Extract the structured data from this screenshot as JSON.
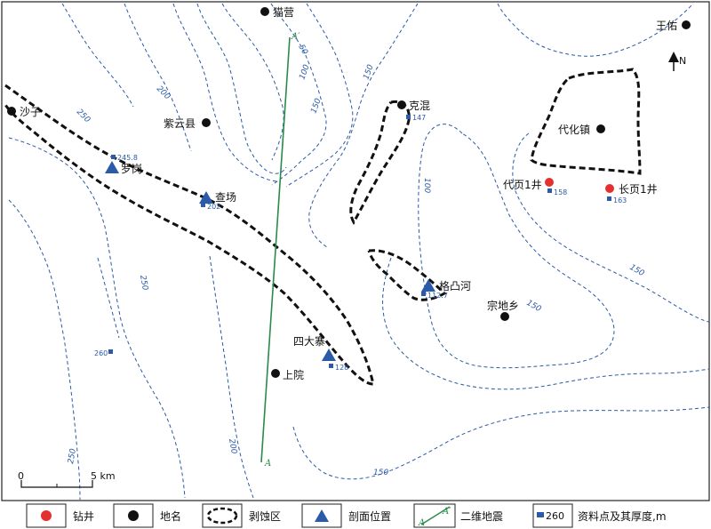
{
  "north_label": "N",
  "colors": {
    "contour": "#2a5aa8",
    "seismic": "#2a8a4a",
    "well": "#e53030",
    "profile": "#2a5aa8",
    "data_point": "#2a5aa8"
  },
  "places": [
    {
      "id": "maoying",
      "name": "猫营"
    },
    {
      "id": "wangyou",
      "name": "王佑"
    },
    {
      "id": "shazi",
      "name": "沙子"
    },
    {
      "id": "ziyunxian",
      "name": "紫云县"
    },
    {
      "id": "kehun",
      "name": "克混"
    },
    {
      "id": "daihuazhen",
      "name": "代化镇"
    },
    {
      "id": "zongdixiang",
      "name": "宗地乡"
    },
    {
      "id": "shangyuan",
      "name": "上院"
    }
  ],
  "wells": [
    {
      "id": "daigong1",
      "name": "代页1井"
    },
    {
      "id": "changgong1",
      "name": "长页1井"
    }
  ],
  "profiles": [
    {
      "id": "luogang",
      "name": "罗岗"
    },
    {
      "id": "chachang",
      "name": "查场"
    },
    {
      "id": "getuhe",
      "name": "格凸河"
    },
    {
      "id": "sidazhai",
      "name": "四大寨"
    }
  ],
  "data_points": [
    {
      "id": "dp1",
      "value": "245.8"
    },
    {
      "id": "dp2",
      "value": "202"
    },
    {
      "id": "dp3",
      "value": "147"
    },
    {
      "id": "dp4",
      "value": "158"
    },
    {
      "id": "dp5",
      "value": "163"
    },
    {
      "id": "dp6",
      "value": "112.7"
    },
    {
      "id": "dp7",
      "value": "128"
    },
    {
      "id": "dp8",
      "value": "260"
    }
  ],
  "contour_labels": [
    "50",
    "100",
    "150",
    "200",
    "250",
    "150",
    "100",
    "150",
    "150",
    "250",
    "200",
    "250",
    "150"
  ],
  "seismic": {
    "start": "A",
    "end": "A′"
  },
  "scale": {
    "zero": "0",
    "end": "5 km"
  },
  "legend": {
    "well": "钻井",
    "place": "地名",
    "erosion": "剥蚀区",
    "profile": "剖面位置",
    "seismic": "二维地震",
    "seismic_a": "A",
    "seismic_a2": "A′",
    "data_sample": "260",
    "data": "资料点及其厚度,m"
  }
}
